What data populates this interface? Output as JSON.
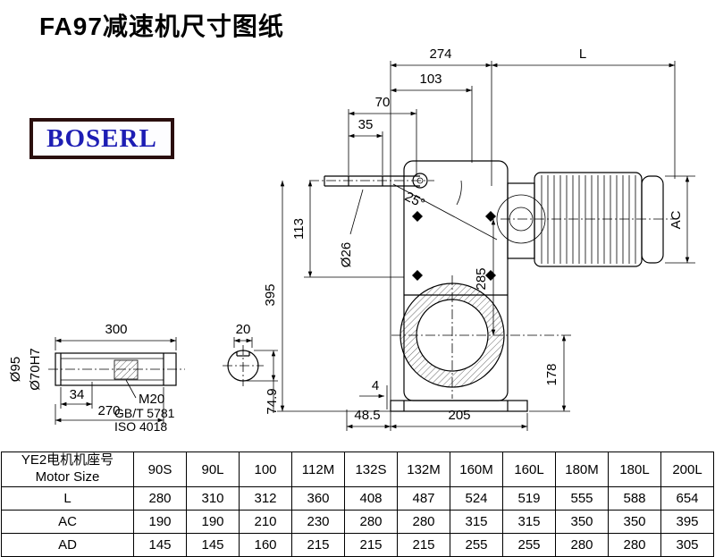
{
  "header": {
    "title": "FA97减速机尺寸图纸",
    "logo": "BOSERL"
  },
  "drawing": {
    "labels": {
      "d274": "274",
      "dL": "L",
      "d103": "103",
      "d70": "70",
      "d35": "35",
      "angle25": "25°",
      "dia26": "Ø26",
      "d113": "113",
      "d395": "395",
      "d285": "285",
      "ac": "AC",
      "d178": "178",
      "d4": "4",
      "d48_5": "48.5",
      "d205": "205",
      "d300": "300",
      "d20": "20",
      "d74_9": "74.9",
      "dia95": "Ø95",
      "dia70h7": "Ø70H7",
      "d34": "34",
      "d270": "270",
      "m20": "M20",
      "std_gb": "GB/T 5781",
      "std_iso": "ISO 4018"
    }
  },
  "table": {
    "col_header": {
      "line1": "YE2电机机座号",
      "line2": "Motor Size"
    },
    "columns": [
      "90S",
      "90L",
      "100",
      "112M",
      "132S",
      "132M",
      "160M",
      "160L",
      "180M",
      "180L",
      "200L"
    ],
    "rows": [
      {
        "label": "L",
        "values": [
          "280",
          "310",
          "312",
          "360",
          "408",
          "487",
          "524",
          "519",
          "555",
          "588",
          "654"
        ]
      },
      {
        "label": "AC",
        "values": [
          "190",
          "190",
          "210",
          "230",
          "280",
          "280",
          "315",
          "315",
          "350",
          "350",
          "395"
        ]
      },
      {
        "label": "AD",
        "values": [
          "145",
          "145",
          "160",
          "215",
          "215",
          "215",
          "255",
          "255",
          "280",
          "280",
          "305"
        ]
      }
    ]
  }
}
